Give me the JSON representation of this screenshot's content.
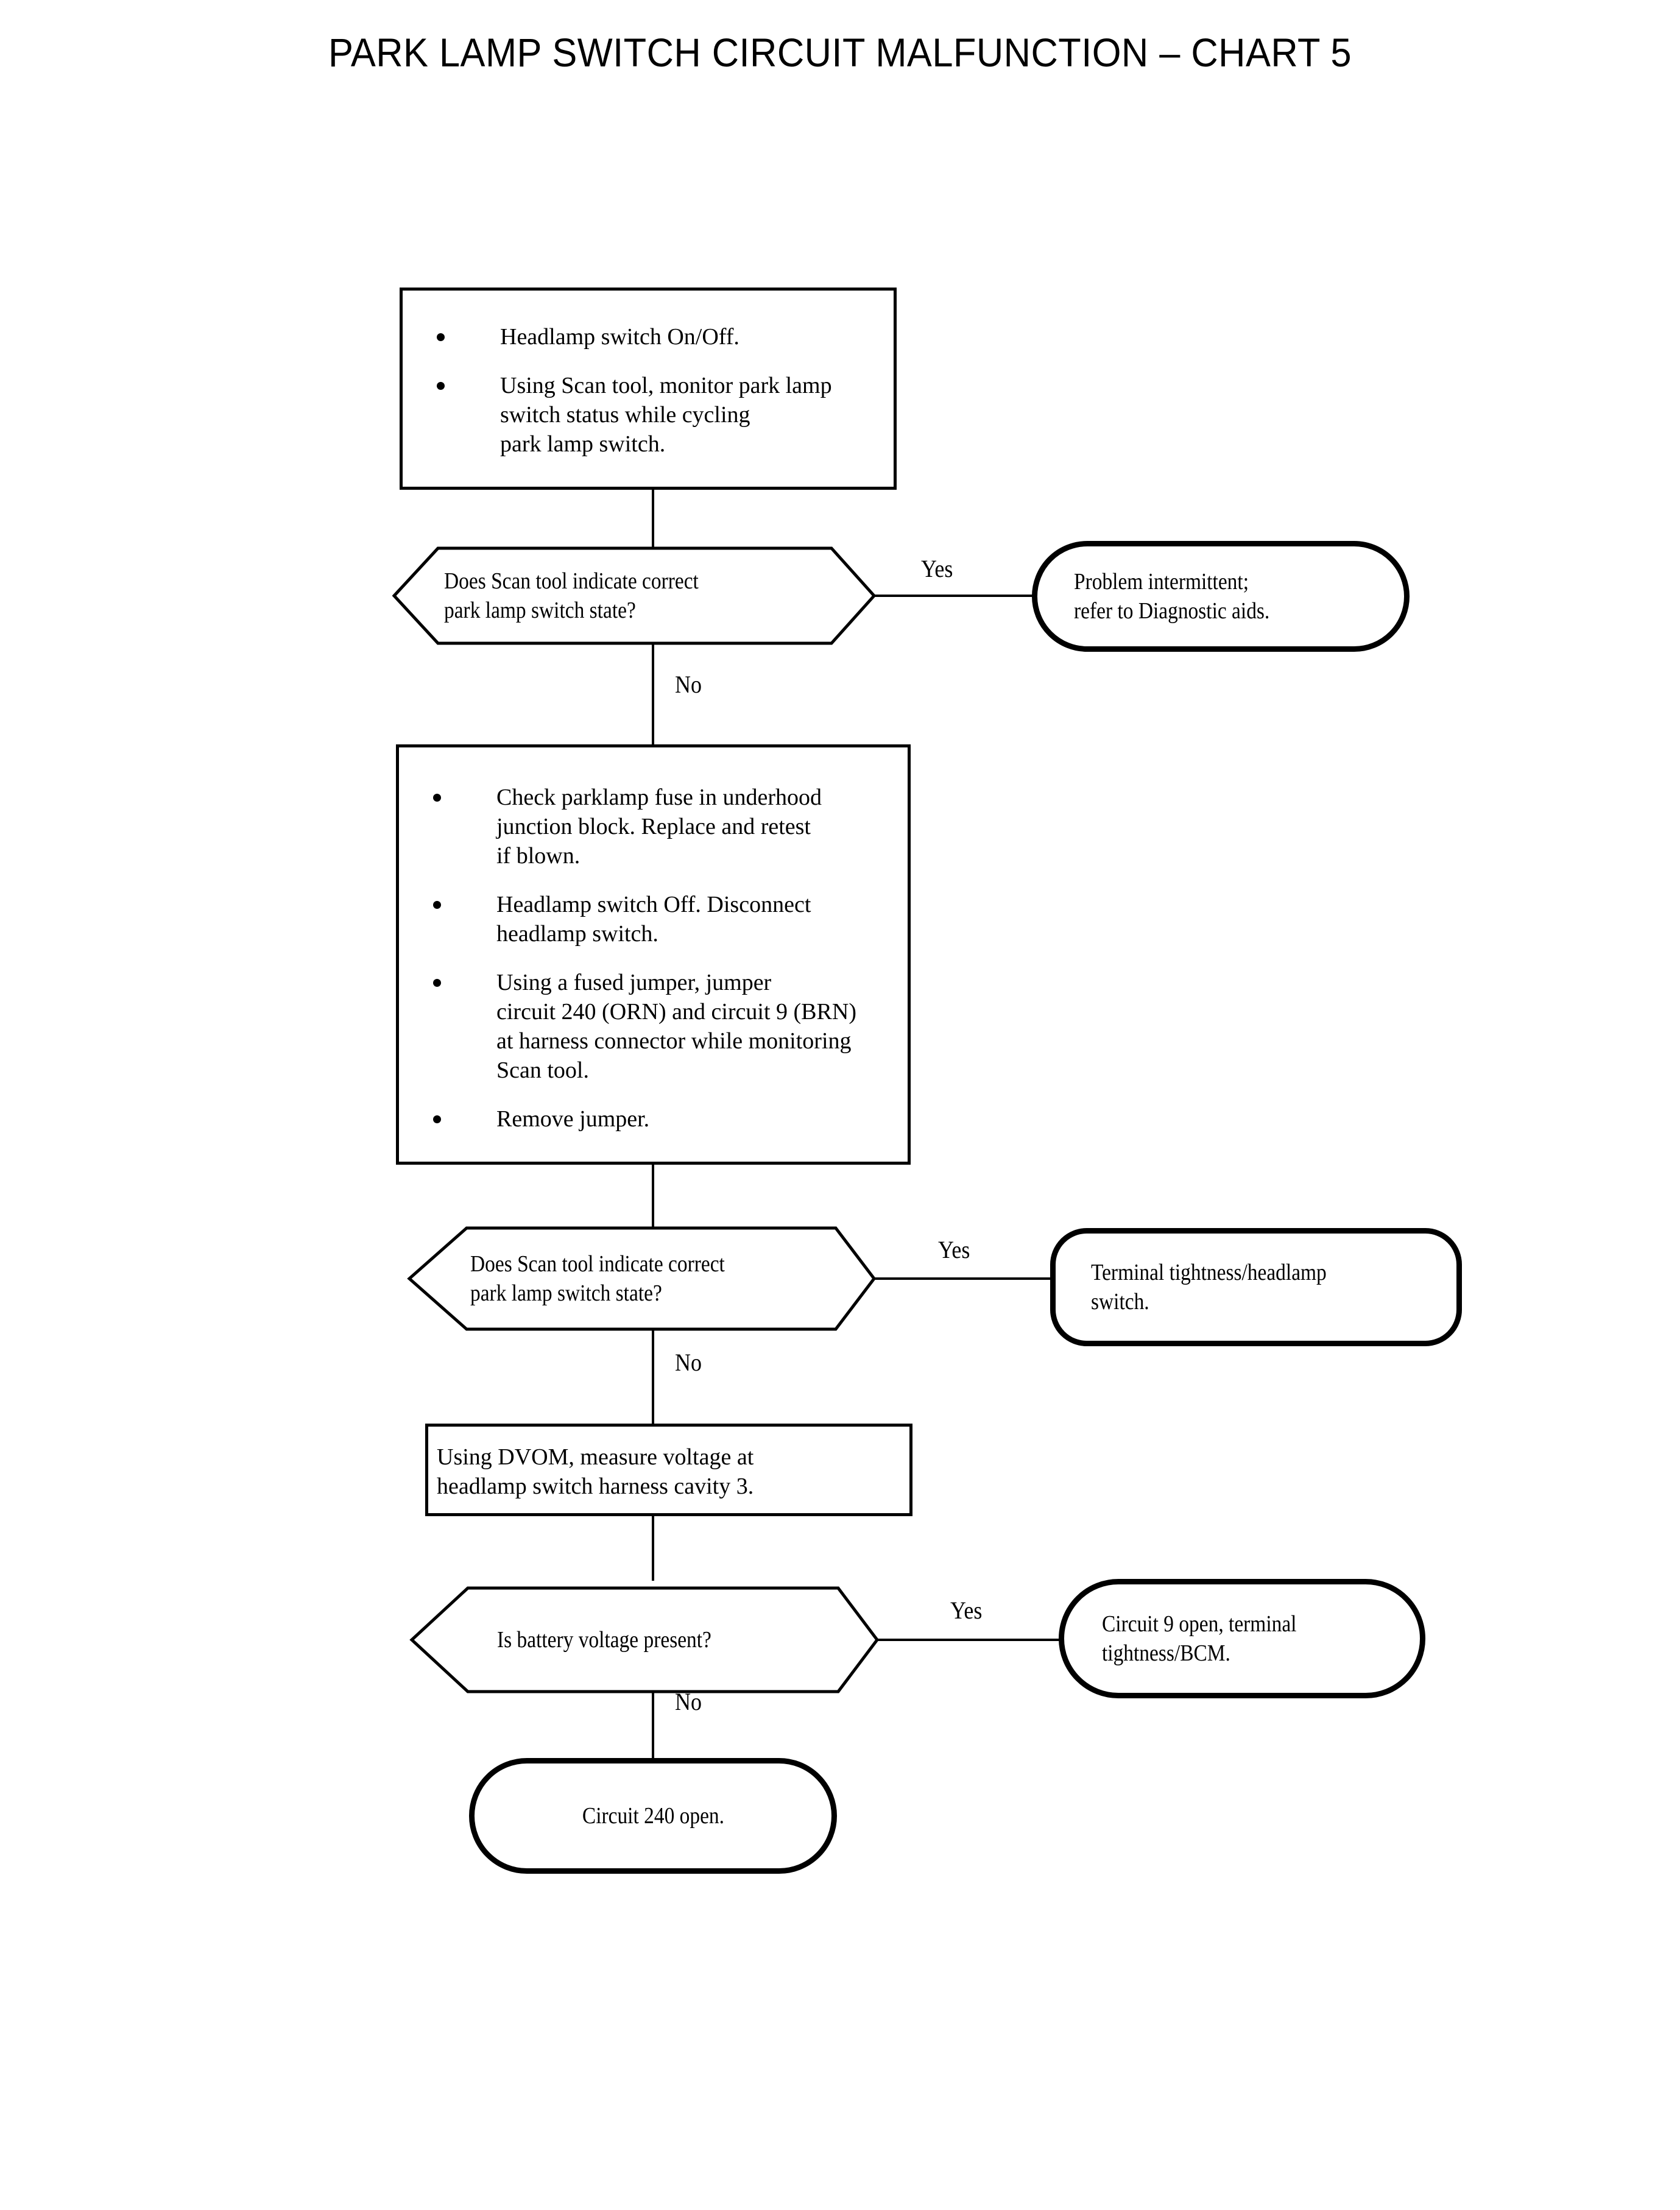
{
  "title": "PARK LAMP SWITCH CIRCUIT MALFUNCTION – CHART 5",
  "diagram": {
    "type": "flowchart",
    "orientation": "top-to-bottom",
    "nodes": {
      "step1": {
        "shape": "process",
        "bullets": [
          "Headlamp switch On/Off.",
          "Using Scan tool, monitor park lamp\nswitch status while cycling\npark lamp switch."
        ]
      },
      "decision1": {
        "shape": "decision",
        "text": "Does Scan tool indicate correct\npark lamp switch state?"
      },
      "terminal1": {
        "shape": "terminal",
        "text": "Problem intermittent;\nrefer to Diagnostic aids."
      },
      "step2": {
        "shape": "process",
        "bullets": [
          "Check parklamp fuse in underhood\njunction block. Replace and retest\nif blown.",
          "Headlamp switch Off. Disconnect\nheadlamp switch.",
          "Using a fused jumper, jumper\ncircuit 240 (ORN) and circuit 9 (BRN)\nat harness connector while monitoring\nScan tool.",
          "Remove jumper."
        ]
      },
      "decision2": {
        "shape": "decision",
        "text": "Does Scan tool indicate correct\npark lamp switch state?"
      },
      "terminal2": {
        "shape": "terminal",
        "text": "Terminal tightness/headlamp\nswitch."
      },
      "step3": {
        "shape": "process",
        "text": "Using DVOM, measure voltage at\nheadlamp switch harness cavity 3."
      },
      "decision3": {
        "shape": "decision",
        "text": "Is battery voltage present?"
      },
      "terminal3": {
        "shape": "terminal",
        "text": "Circuit 9 open, terminal\ntightness/BCM."
      },
      "terminal4": {
        "shape": "terminal",
        "text": "Circuit 240 open."
      }
    },
    "branch_labels": {
      "yes1": "Yes",
      "no1": "No",
      "yes2": "Yes",
      "no2": "No",
      "yes3": "Yes",
      "no3": "No"
    }
  },
  "colors": {
    "ink": "#000000",
    "paper": "#ffffff"
  }
}
